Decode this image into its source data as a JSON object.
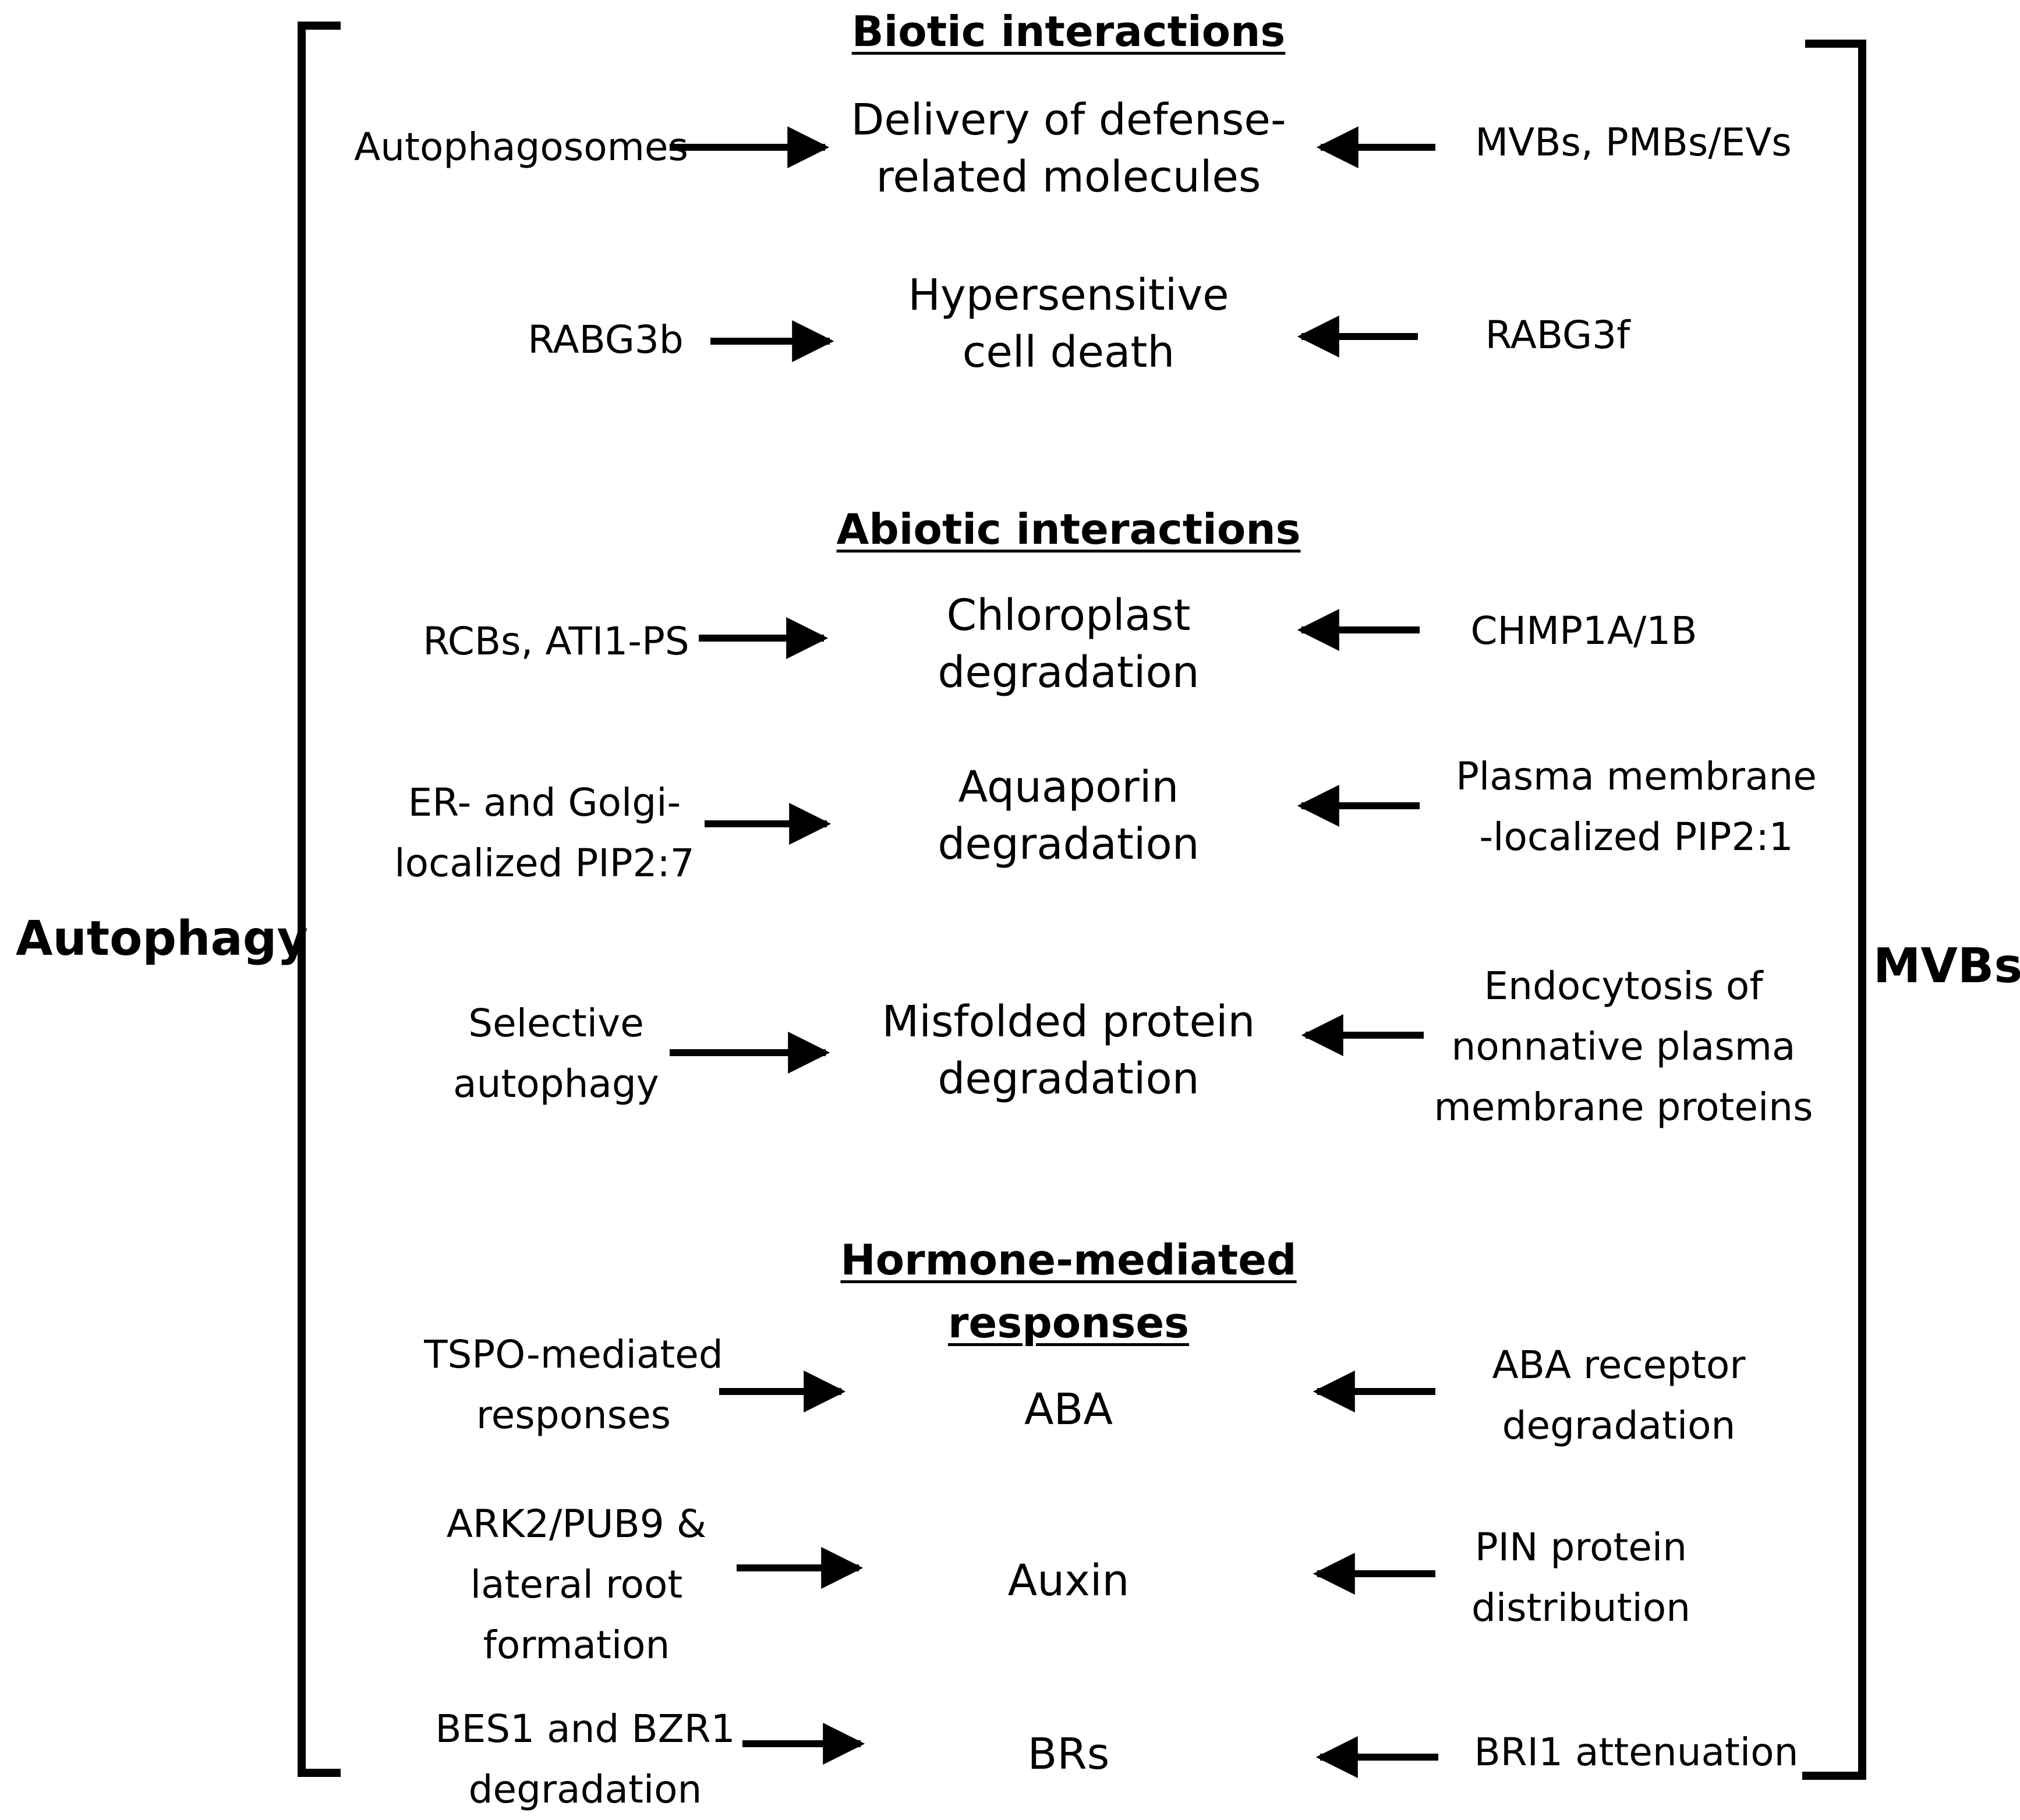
{
  "side_labels": {
    "left": "Autophagy",
    "right": "MVBs"
  },
  "sections": [
    {
      "heading": "Biotic interactions"
    },
    {
      "heading": "Abiotic interactions"
    },
    {
      "heading": "Hormone-mediated\nresponses"
    }
  ],
  "rows": [
    {
      "left": "Autophagosomes",
      "center": "Delivery of defense-\nrelated molecules",
      "right": "MVBs, PMBs/EVs"
    },
    {
      "left": "RABG3b",
      "center": "Hypersensitive\ncell death",
      "right": "RABG3f"
    },
    {
      "left": "RCBs, ATI1-PS",
      "center": "Chloroplast\ndegradation",
      "right": "CHMP1A/1B"
    },
    {
      "left": "ER- and Golgi-\nlocalized PIP2:7",
      "center": "Aquaporin\ndegradation",
      "right": "Plasma membrane\n-localized PIP2:1"
    },
    {
      "left": "Selective\nautophagy",
      "center": "Misfolded protein\ndegradation",
      "right": "Endocytosis of\nnonnative plasma\nmembrane proteins"
    },
    {
      "left": "TSPO-mediated\nresponses",
      "center": "ABA",
      "right": "ABA receptor\ndegradation"
    },
    {
      "left": "ARK2/PUB9 &\nlateral root\nformation",
      "center": "Auxin",
      "right": "PIN protein\ndistribution"
    },
    {
      "left": "BES1 and BZR1\ndegradation",
      "center": "BRs",
      "right": "BRI1 attenuation"
    }
  ]
}
